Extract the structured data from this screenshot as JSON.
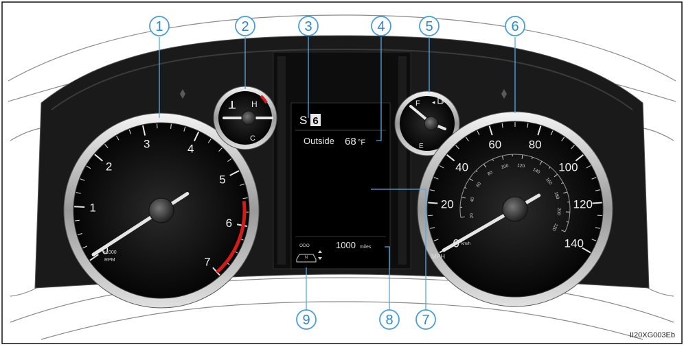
{
  "callouts": [
    "1",
    "2",
    "3",
    "4",
    "5",
    "6",
    "7",
    "8",
    "9"
  ],
  "tachometer": {
    "ticks": [
      "0",
      "1",
      "2",
      "3",
      "4",
      "5",
      "6",
      "7"
    ],
    "unit_line1": "×1000",
    "unit_line2": "RPM"
  },
  "temp_gauge": {
    "hot": "H",
    "cold": "C"
  },
  "fuel_gauge": {
    "full": "F",
    "empty": "E",
    "side_arrow": "◂"
  },
  "display": {
    "gear_mode": "S",
    "gear_number": "6",
    "outside_label": "Outside",
    "outside_temp": "68",
    "temp_unit": "°F",
    "odometer_value": "1000",
    "odometer_unit": "miles",
    "odo_label": "ODO",
    "shift_letter": "N"
  },
  "speedometer": {
    "mph_ticks": [
      "0",
      "20",
      "40",
      "60",
      "80",
      "100",
      "120",
      "140"
    ],
    "kmh_ticks": [
      "20",
      "40",
      "60",
      "80",
      "100",
      "120",
      "140",
      "160",
      "180",
      "200",
      "220"
    ],
    "unit_mph": "MPH",
    "unit_kmh": "km/h"
  },
  "image_code": "II20XG003Eb"
}
